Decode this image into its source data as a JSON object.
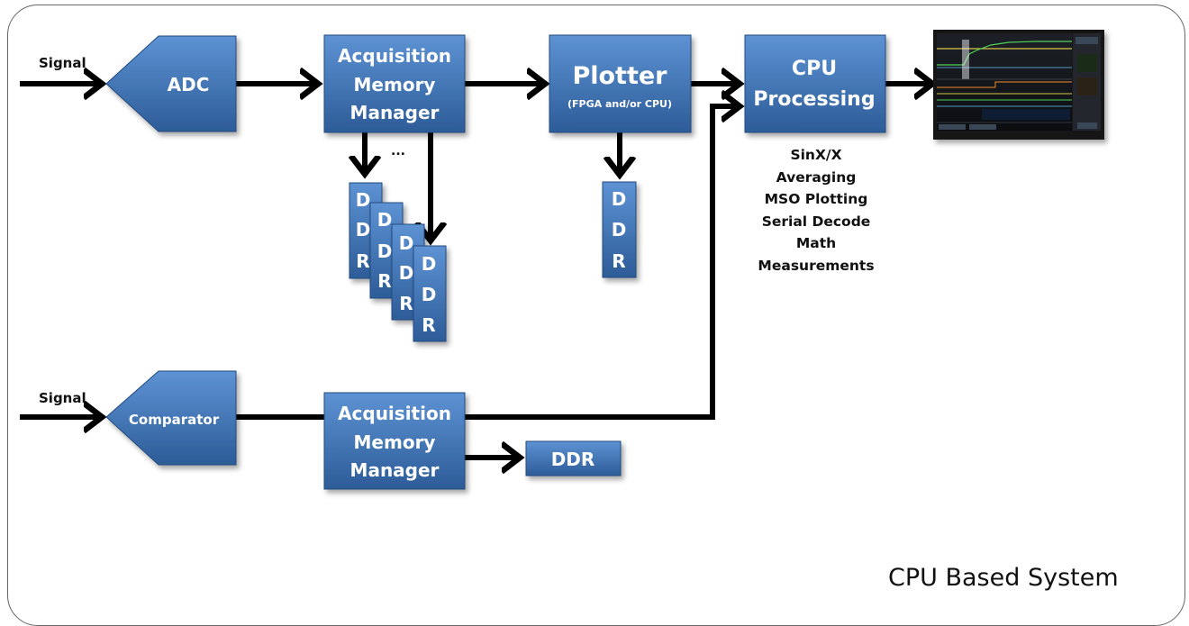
{
  "signal_top": "Signal",
  "signal_bottom": "Signal",
  "adc": "ADC",
  "comparator": "Comparator",
  "acq_top": [
    "Acquisition",
    "Memory",
    "Manager"
  ],
  "acq_bottom": [
    "Acquisition",
    "Memory",
    "Manager"
  ],
  "ellipsis": "...",
  "ddr_letters": [
    "D",
    "D",
    "R"
  ],
  "plotter": {
    "title": "Plotter",
    "subtitle": "(FPGA and/or CPU)"
  },
  "cpu": [
    "CPU",
    "Processing"
  ],
  "ddr_bottom": "DDR",
  "features": [
    "SinX/X",
    "Averaging",
    "MSO Plotting",
    "Serial Decode",
    "Math",
    "Measurements"
  ],
  "system_title": "CPU Based System",
  "colors": {
    "block_top": "#5b8fd0",
    "block_bottom": "#2f5f9c",
    "arrow": "#000000",
    "frame": "#666666"
  }
}
